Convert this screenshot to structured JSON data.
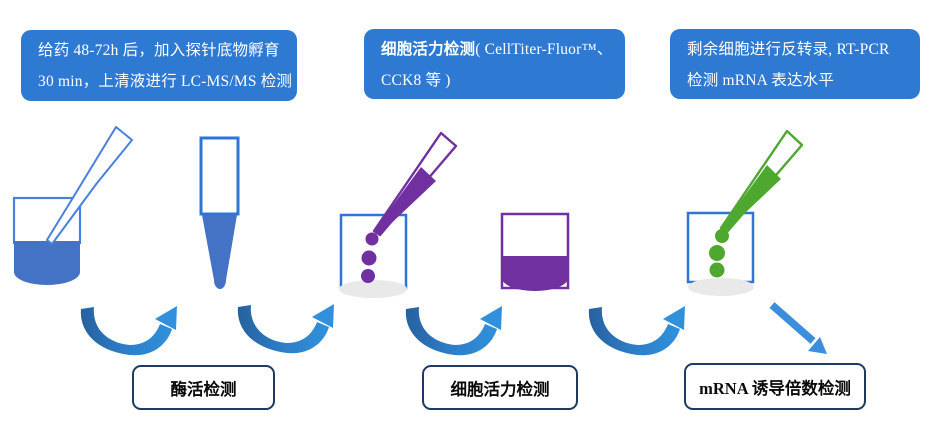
{
  "top_notes": [
    {
      "line1": "给药 48-72h 后，加入探针底物孵育",
      "line2": "30 min，上清液进行 LC-MS/MS 检测"
    },
    {
      "line1_bold": "细胞活力检测",
      "line1_rest": "( CellTiter-Fluor™、",
      "line2": "CCK8 等 )"
    },
    {
      "line1": "剩余细胞进行反转录, RT-PCR",
      "line2": "检测 mRNA 表达水平"
    }
  ],
  "stage_labels": [
    "酶活检测",
    "细胞活力检测",
    "mRNA 诱导倍数检测"
  ],
  "illustrations": [
    {
      "name": "blue-beaker-with-pipette-icon",
      "color": "#4472c4"
    },
    {
      "name": "blue-sample-tube-icon",
      "color": "#4472c4"
    },
    {
      "name": "purple-pipette-dropping-into-beaker-icon",
      "color": "#7030a0"
    },
    {
      "name": "purple-liquid-beaker-icon",
      "color": "#7030a0"
    },
    {
      "name": "green-pipette-dropping-into-beaker-icon",
      "color": "#4ea72e"
    },
    {
      "name": "curved-flow-arrow-icon",
      "count": 4,
      "color": "#2d7cc5"
    },
    {
      "name": "diagonal-arrow-icon",
      "color": "#3a8edc"
    }
  ],
  "colors": {
    "note_box_blue": "#2e7ad2",
    "liquid_blue": "#4472c4",
    "outline_blue": "#2e75d6",
    "pipette_outline_blue": "#4a80dc",
    "purple": "#7030a0",
    "green": "#4ea72e",
    "arrow_dark_blue": "#26619e",
    "arrow_light_blue": "#3190dc",
    "label_border_navy": "#1f3864",
    "shadow_gray": "#e9e9e9",
    "text_white": "#ffffff",
    "text_black": "#0a0a0a"
  }
}
